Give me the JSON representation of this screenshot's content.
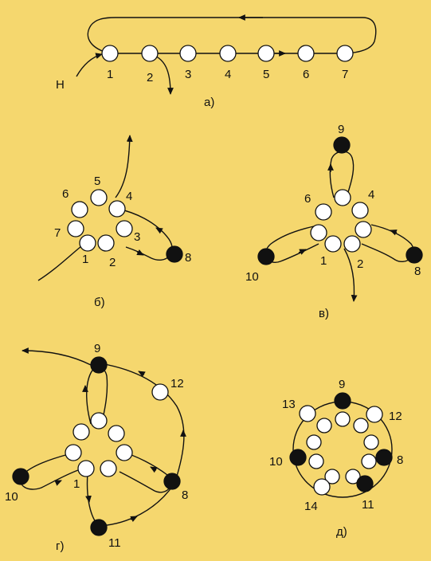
{
  "colors": {
    "background": "#f5d76e",
    "ink": "#111111",
    "bead_white": "#ffffff",
    "bead_black": "#111111"
  },
  "a": {
    "caption": "а)",
    "start_label": "Н",
    "labels": [
      "1",
      "2",
      "3",
      "4",
      "5",
      "6",
      "7"
    ]
  },
  "b": {
    "caption": "б)",
    "labels": [
      "1",
      "2",
      "3",
      "4",
      "5",
      "6",
      "7",
      "8"
    ]
  },
  "v": {
    "caption": "в)",
    "labels": [
      "1",
      "2",
      "4",
      "6",
      "8",
      "9",
      "10"
    ]
  },
  "g": {
    "caption": "г)",
    "labels": [
      "1",
      "8",
      "9",
      "10",
      "11",
      "12"
    ]
  },
  "d": {
    "caption": "д)",
    "labels": [
      "8",
      "9",
      "10",
      "11",
      "12",
      "13",
      "14"
    ]
  }
}
